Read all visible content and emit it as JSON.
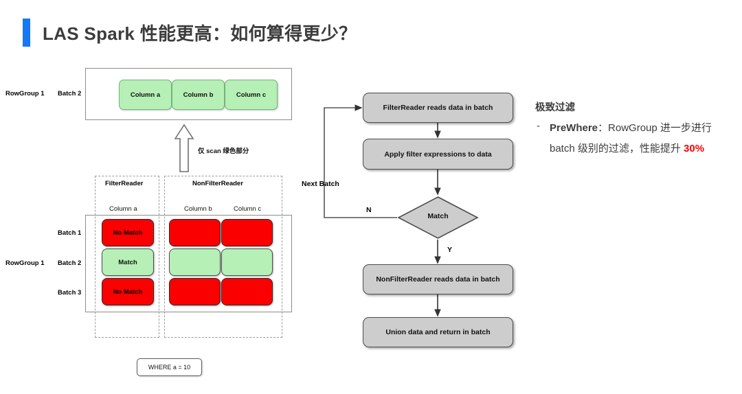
{
  "title": "LAS Spark 性能更高：如何算得更少？",
  "accent_color": "#1877f2",
  "top_panel": {
    "rowgroup_label": "RowGroup 1",
    "batch_label": "Batch 2",
    "columns": [
      "Column a",
      "Column b",
      "Column c"
    ],
    "scan_note": "仅 scan 绿色部分"
  },
  "table_panel": {
    "readers": [
      "FilterReader",
      "NonFilterReader"
    ],
    "columns": [
      "Column a",
      "Column b",
      "Column c"
    ],
    "rowgroup_label": "RowGroup 1",
    "batches": [
      "Batch 1",
      "Batch 2",
      "Batch 3"
    ],
    "cells": [
      {
        "batch": "Batch 1",
        "a": "No Match",
        "b": "",
        "c": "",
        "status": "no-match"
      },
      {
        "batch": "Batch 2",
        "a": "Match",
        "b": "",
        "c": "",
        "status": "match"
      },
      {
        "batch": "Batch 3",
        "a": "No Match",
        "b": "",
        "c": "",
        "status": "no-match"
      }
    ],
    "where_clause": "WHERE a = 10",
    "colors": {
      "match": "#b6f0b6",
      "no_match": "#fb0000"
    }
  },
  "flowchart": {
    "steps": [
      "FilterReader reads data in batch",
      "Apply filter expressions to data",
      "NonFilterReader reads data in batch",
      "Union data and return in batch"
    ],
    "decision": "Match",
    "edge_labels": {
      "loop": "Next Batch",
      "no": "N",
      "yes": "Y"
    }
  },
  "side_note": {
    "heading": "极致过滤",
    "bullet_marker": "-",
    "bullet_prefix": "PreWhere",
    "bullet_body": "：RowGroup 进一步进行 batch 级别的过滤，性能提升 ",
    "bullet_highlight": "30%",
    "highlight_color": "#ff0000"
  }
}
